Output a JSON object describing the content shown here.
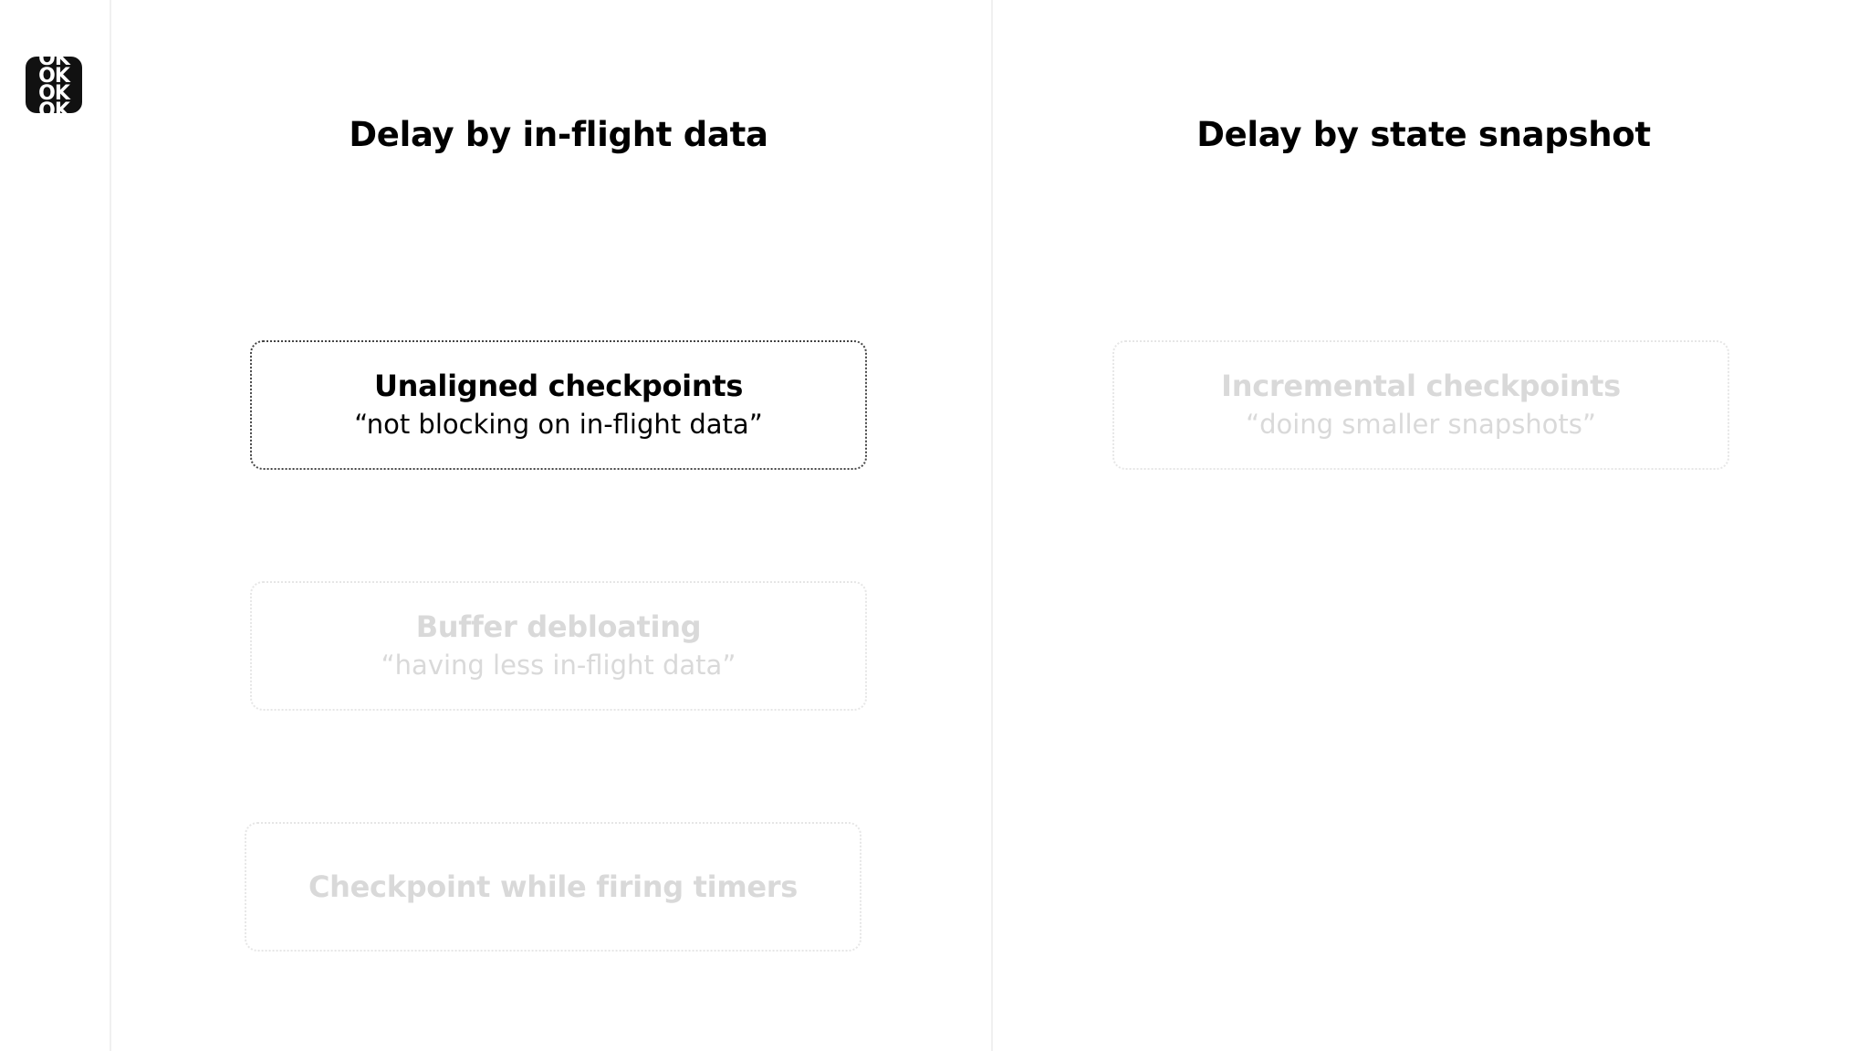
{
  "logo": {
    "lines": [
      "OK",
      "OK",
      "OK",
      "OK"
    ]
  },
  "columns": {
    "left": {
      "title": "Delay by in-flight data",
      "cards": [
        {
          "title": "Unaligned checkpoints",
          "subtitle": "“not blocking on in-flight data”",
          "highlighted": true
        },
        {
          "title": "Buffer debloating",
          "subtitle": "“having less in-flight data”",
          "highlighted": false
        },
        {
          "title": "Checkpoint while firing timers",
          "subtitle": "",
          "highlighted": false
        }
      ]
    },
    "right": {
      "title": "Delay by state snapshot",
      "cards": [
        {
          "title": "Incremental checkpoints",
          "subtitle": "“doing smaller snapshots”",
          "highlighted": false
        }
      ]
    }
  },
  "colors": {
    "highlighted_text": "#000000",
    "faded_text": "#d9d9d9",
    "highlighted_border": "#444444",
    "faded_border": "#e6e6e6",
    "logo_background": "#111111"
  }
}
